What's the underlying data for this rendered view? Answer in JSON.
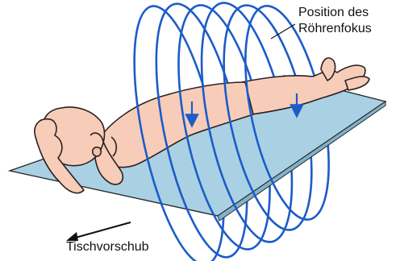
{
  "labels": {
    "focus_position_line1": "Position des",
    "focus_position_line2": "Röhrenfokus",
    "table_feed": "Tischvorschub"
  },
  "colors": {
    "helix": "#1c5cc8",
    "skin": "#f7cdb9",
    "skin_outline": "#2a2022",
    "table_top": "#a9d1e3",
    "table_outline": "#2a2a2a",
    "text": "#111111"
  },
  "icons": {
    "feed_arrow": "arrow-left-icon",
    "focus_arrow": "arrow-down-icon"
  }
}
